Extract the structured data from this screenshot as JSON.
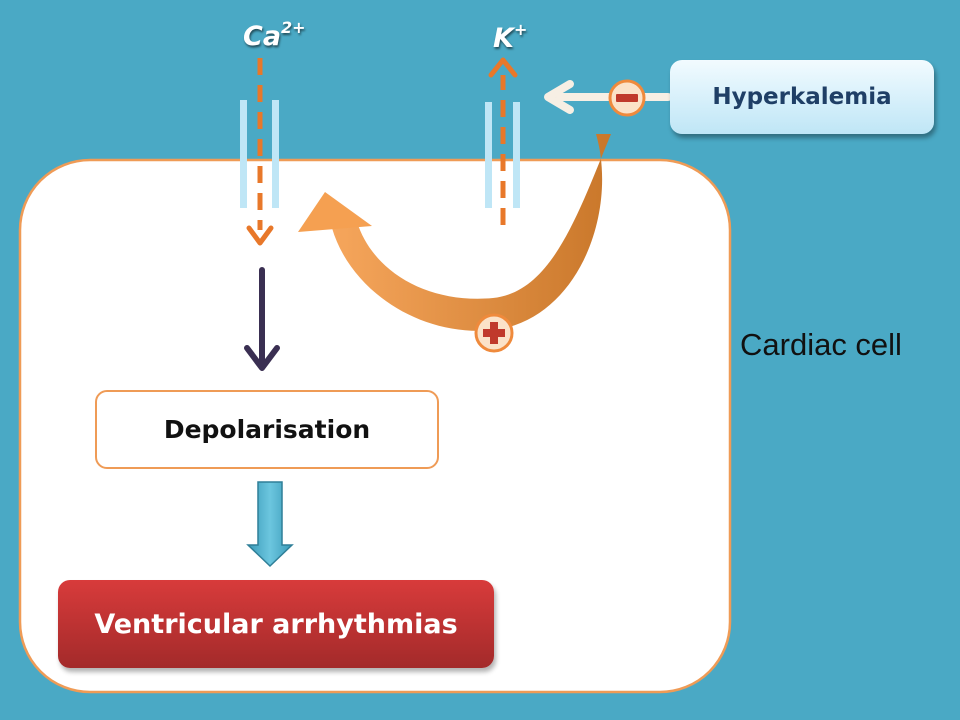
{
  "ions": {
    "calcium": {
      "base": "Ca",
      "charge": "2+"
    },
    "potassium": {
      "base": "K",
      "charge": "+"
    }
  },
  "hyperkalemia_label": "Hyperkalemia",
  "cell_label": "Cardiac cell",
  "depolarisation_label": "Depolarisation",
  "arrhythmia_label": "Ventricular arrhythmias",
  "signs": {
    "inhibition": "−",
    "stimulation": "+"
  },
  "colors": {
    "background": "#4aa9c5",
    "cell_fill": "#ffffff",
    "cell_border": "#ef9b56",
    "ion_flow": "#e8782a",
    "channel": "#bfe6f6",
    "feedback_arrow": "#f0a25a",
    "inhibition_sign": "#c0392b",
    "arrhythmia_box": "#c83333",
    "depolarisation_arrow": "#3a2f52",
    "result_arrow": "#4bb3cf"
  }
}
